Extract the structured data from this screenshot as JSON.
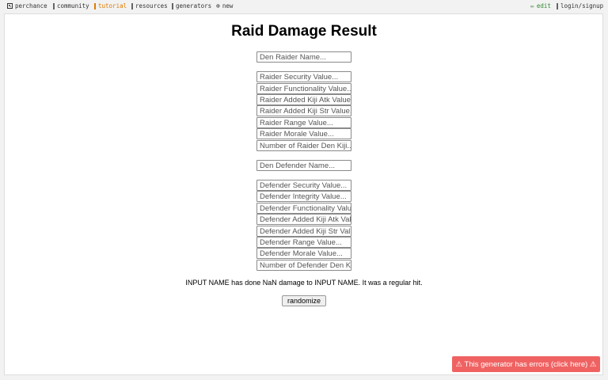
{
  "nav": {
    "left": [
      {
        "label": "perchance",
        "icon": "dice-icon"
      },
      {
        "label": "community",
        "icon": "bar-icon"
      },
      {
        "label": "tutorial",
        "icon": "bar-icon",
        "accent": "#e07b00"
      },
      {
        "label": "resources",
        "icon": "bar-icon"
      },
      {
        "label": "generators",
        "icon": "bar-icon"
      },
      {
        "label": "new",
        "icon": "plus-circle-icon",
        "glyph": "⊕"
      }
    ],
    "edit": {
      "label": "edit",
      "glyph": "✏"
    },
    "login": {
      "label": "login/signup"
    }
  },
  "title": "Raid Damage Result",
  "raider": {
    "name_placeholder": "Den Raider Name...",
    "fields": [
      "Raider Security Value...",
      "Raider Functionality Value...",
      "Raider Added Kiji Atk Value...",
      "Raider Added Kiji Str Value...",
      "Raider Range Value...",
      "Raider Morale Value...",
      "Number of Raider Den Kiji..."
    ]
  },
  "defender": {
    "name_placeholder": "Den Defender Name...",
    "fields": [
      "Defender Security Value...",
      "Defender Integrity Value...",
      "Defender Functionality Value...",
      "Defender Added Kiji Atk Value...",
      "Defender Added Kiji Str Value...",
      "Defender Range Value...",
      "Defender Morale Value...",
      "Number of Defender Den Kiji..."
    ]
  },
  "result_text": "INPUT NAME has done NaN damage to INPUT NAME. It was a regular hit.",
  "randomize_label": "randomize",
  "error_text": "⚠ This generator has errors (click here) ⚠",
  "colors": {
    "accent": "#e07b00",
    "edit": "#2f8a2f",
    "error_bg": "#f06262"
  }
}
